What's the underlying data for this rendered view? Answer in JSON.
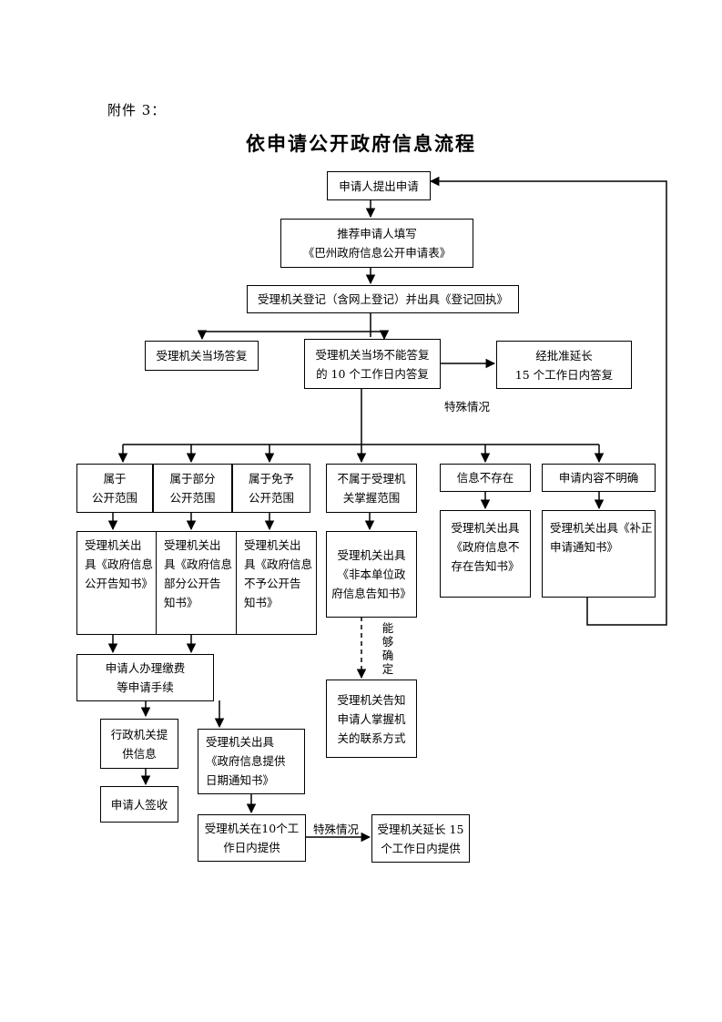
{
  "attachment_label": "附件 3：",
  "title": "依申请公开政府信息流程",
  "nodes": {
    "apply": [
      "申请人提出申请"
    ],
    "fill_form": [
      "推荐申请人填写",
      "《巴州政府信息公开申请表》"
    ],
    "register": [
      "受理机关登记（含网上登记）并出具《登记回执》"
    ],
    "reply_on_spot": [
      "受理机关当场答复"
    ],
    "reply_10_days": [
      "受理机关当场不能答复",
      "的 10 个工作日内答复"
    ],
    "extend_15": [
      "经批准延长",
      "15 个工作日内答复"
    ],
    "public_scope": [
      "属于",
      "公开范围"
    ],
    "partial_scope": [
      "属于部分",
      "公开范围"
    ],
    "exempt_scope": [
      "属于免予",
      "公开范围"
    ],
    "not_held": [
      "不属于受理机",
      "关掌握范围"
    ],
    "not_exist": [
      "信息不存在"
    ],
    "unclear": [
      "申请内容不明确"
    ],
    "notice_public": [
      "受理机关出",
      "具《政府信息",
      "公开告知书》"
    ],
    "notice_partial": [
      "受理机关出",
      "具《政府信息",
      "部分公开告",
      "知书》"
    ],
    "notice_exempt": [
      "受理机关出",
      "具《政府信息",
      "不予公开告",
      "知书》"
    ],
    "notice_not_held": [
      "受理机关出具",
      "《非本单位政",
      "府信息告知书》"
    ],
    "notice_not_exist": [
      "受理机关出具",
      "《政府信息不",
      "存在告知书》"
    ],
    "notice_correction": [
      "受理机关出具《补正",
      "申请通知书》"
    ],
    "contact": [
      "受理机关告知",
      "申请人掌握机",
      "关的联系方式"
    ],
    "fee": [
      "申请人办理缴费",
      "等申请手续"
    ],
    "provide": [
      "行政机关提",
      "供信息"
    ],
    "sign": [
      "申请人签收"
    ],
    "date_notice": [
      "受理机关出具",
      "《政府信息提供",
      "日期通知书》"
    ],
    "within_10": [
      "受理机关在10个工",
      "作日内提供"
    ],
    "extend_provide": [
      "受理机关延长 15",
      "个工作日内提供"
    ]
  },
  "labels": {
    "special_1": "特殊情况",
    "can_determine": "能够确定",
    "special_2": "特殊情况"
  }
}
